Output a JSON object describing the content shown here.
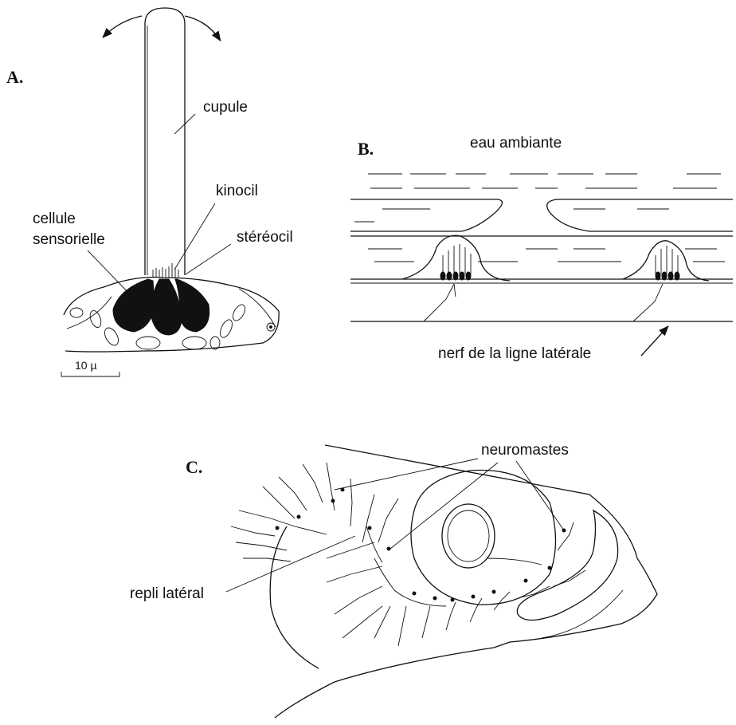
{
  "panel_a": {
    "letter": "A.",
    "labels": {
      "cupule": "cupule",
      "kinocil": "kinocil",
      "cellule_1": "cellule",
      "cellule_2": "sensorielle",
      "stereocil": "stéréocil"
    },
    "scale_bar": "10 µ"
  },
  "panel_b": {
    "letter": "B.",
    "labels": {
      "eau": "eau ambiante",
      "nerf": "nerf de la ligne latérale"
    }
  },
  "panel_c": {
    "letter": "C.",
    "labels": {
      "neuromastes": "neuromastes",
      "repli": "repli latéral"
    }
  }
}
